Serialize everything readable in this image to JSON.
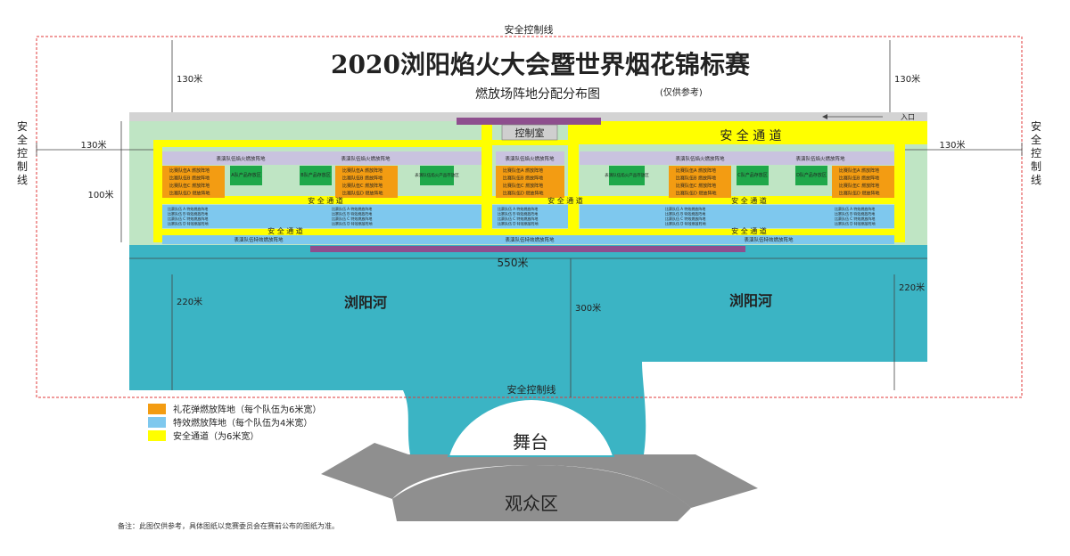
{
  "title": "2020浏阳焰火大会暨世界烟花锦标赛",
  "subtitle": "燃放场阵地分配分布图",
  "subtitle_note": "(仅供参考)",
  "safety_line": "安全控制线",
  "safety_line_vertical": "安全控制线",
  "dims": {
    "d130": "130米",
    "d100": "100米",
    "d550": "550米",
    "d220": "220米",
    "d300": "300米"
  },
  "entrance": "入口",
  "control_room": "控制室",
  "safe_channel_big": "安 全 通 道",
  "safe_channel": "安 全 通 道",
  "river": "浏阳河",
  "stage": "舞台",
  "audience": "观众区",
  "perf_zone": "表演队伍焰火燃放阵地",
  "perf_zone_bottom": "表演队伍特效燃放阵地",
  "perf_storage": "表演队伍焰火产品存放区",
  "storage_a": "A队产品存放区",
  "storage_b": "B队产品存放区",
  "storage_c": "C队产品存放区",
  "storage_d": "D队产品存放区",
  "orange_items": [
    "比赛队伍A 燃放阵地",
    "比赛队伍B 燃放阵地",
    "比赛队伍C 燃放阵地",
    "比赛队伍D 燃放阵地"
  ],
  "blue_items": [
    "比赛队伍 A 特效燃放阵地",
    "比赛队伍 B 特效燃放阵地",
    "比赛队伍 C 特效燃放阵地",
    "比赛队伍 D 特效燃放阵地"
  ],
  "legend": [
    {
      "label": "礼花弹燃放阵地（每个队伍为6米宽）",
      "color": "#f39c12"
    },
    {
      "label": "特效燃放阵地（每个队伍为4米宽）",
      "color": "#7ec8ee"
    },
    {
      "label": "安全通道（为6米宽）",
      "color": "#ffff00"
    }
  ],
  "note": "备注：此图仅供参考，具体图纸以竞赛委员会在赛前公布的图纸为准。",
  "colors": {
    "river": "#3bb4c4",
    "zone_bg": "#bfe5c4",
    "yellow": "#ffff00",
    "orange": "#f39c12",
    "blue": "#7ec8ee",
    "lavender": "#c9c3df",
    "green": "#1fa84a",
    "purple": "#8e4f8e",
    "stage_gray": "#8f8f8f",
    "safety_red": "#e03a3a"
  }
}
